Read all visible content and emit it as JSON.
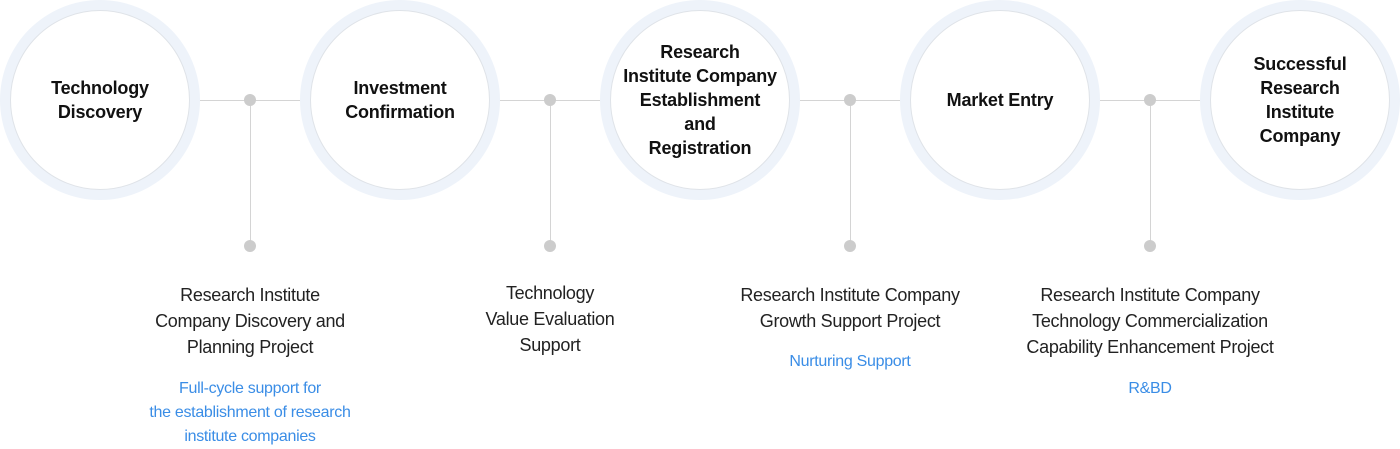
{
  "stages": [
    {
      "label": "Technology\nDiscovery"
    },
    {
      "label": "Investment\nConfirmation"
    },
    {
      "label": "Research\nInstitute Company\nEstablishment\nand\nRegistration"
    },
    {
      "label": "Market Entry"
    },
    {
      "label": "Successful\nResearch\nInstitute\nCompany"
    }
  ],
  "supports": [
    {
      "title": "Research Institute\nCompany Discovery and\nPlanning Project",
      "tag": "Full-cycle support for\nthe establishment of research\ninstitute companies"
    },
    {
      "title": "Technology\nValue Evaluation\nSupport",
      "tag": ""
    },
    {
      "title": "Research Institute Company\nGrowth Support Project",
      "tag": "Nurturing Support"
    },
    {
      "title": "Research Institute Company\nTechnology Commercialization\nCapability Enhancement Project",
      "tag": "R&BD"
    }
  ],
  "colors": {
    "circle_halo": "#eef3fa",
    "circle_border": "#dfe3e8",
    "connector": "#d4d4d4",
    "dot": "#cccccc",
    "tag_text": "#3a8de6"
  }
}
